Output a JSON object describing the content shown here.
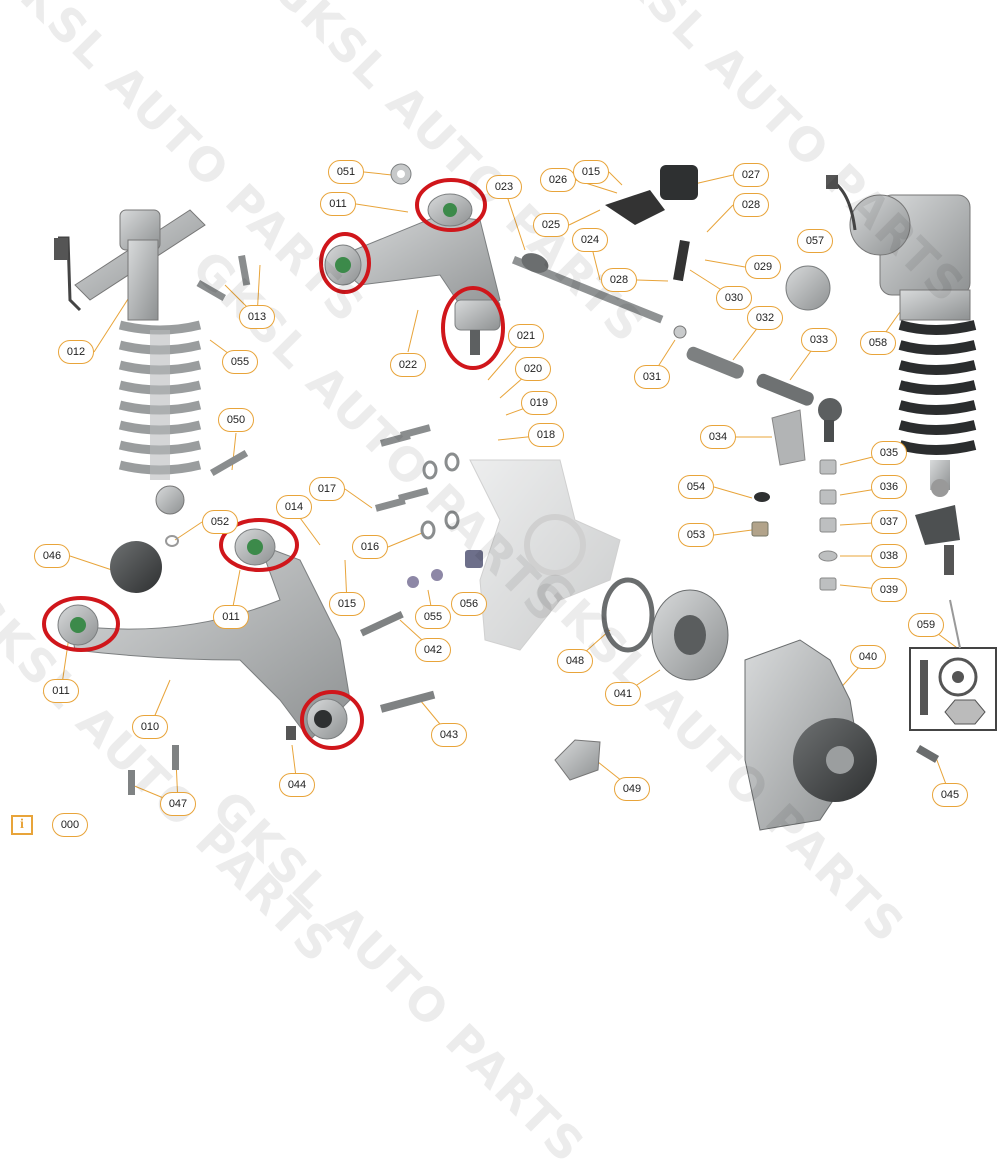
{
  "watermark": "GKSL AUTO PARTS",
  "info_icon": "i",
  "colors": {
    "callout_border": "#e8a43a",
    "highlight": "#d0161b",
    "part_gray": "#a9acad",
    "leader": "#e8a43a"
  },
  "callouts": [
    {
      "id": "051"
    },
    {
      "id": "011"
    },
    {
      "id": "022"
    },
    {
      "id": "023"
    },
    {
      "id": "026"
    },
    {
      "id": "015"
    },
    {
      "id": "027"
    },
    {
      "id": "025"
    },
    {
      "id": "024"
    },
    {
      "id": "028"
    },
    {
      "id": "029"
    },
    {
      "id": "028"
    },
    {
      "id": "030"
    },
    {
      "id": "057"
    },
    {
      "id": "012"
    },
    {
      "id": "013"
    },
    {
      "id": "055"
    },
    {
      "id": "050"
    },
    {
      "id": "021"
    },
    {
      "id": "020"
    },
    {
      "id": "019"
    },
    {
      "id": "018"
    },
    {
      "id": "032"
    },
    {
      "id": "031"
    },
    {
      "id": "033"
    },
    {
      "id": "034"
    },
    {
      "id": "035"
    },
    {
      "id": "036"
    },
    {
      "id": "037"
    },
    {
      "id": "038"
    },
    {
      "id": "039"
    },
    {
      "id": "058"
    },
    {
      "id": "054"
    },
    {
      "id": "053"
    },
    {
      "id": "017"
    },
    {
      "id": "014"
    },
    {
      "id": "016"
    },
    {
      "id": "046"
    },
    {
      "id": "052"
    },
    {
      "id": "011"
    },
    {
      "id": "015"
    },
    {
      "id": "055"
    },
    {
      "id": "056"
    },
    {
      "id": "011"
    },
    {
      "id": "010"
    },
    {
      "id": "042"
    },
    {
      "id": "048"
    },
    {
      "id": "041"
    },
    {
      "id": "040"
    },
    {
      "id": "059"
    },
    {
      "id": "043"
    },
    {
      "id": "044"
    },
    {
      "id": "049"
    },
    {
      "id": "047"
    },
    {
      "id": "045"
    },
    {
      "id": "000"
    }
  ]
}
